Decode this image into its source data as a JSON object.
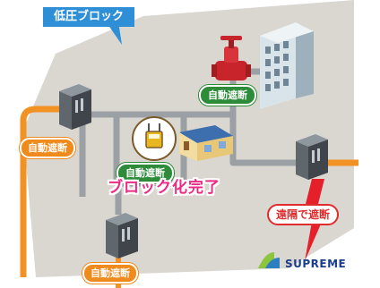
{
  "area": {
    "title": "低圧ブロック"
  },
  "status": {
    "complete": "ブロック化完了"
  },
  "remote": {
    "label": "遠隔で遮断"
  },
  "auto_cutoff": {
    "top": "自動遮断",
    "left": "自動遮断",
    "center": "自動遮断",
    "bottom": "自動遮断"
  },
  "logo": {
    "text": "SUPREME"
  },
  "colors": {
    "area": "#dad6d0",
    "pipe_gray": "#9aa0a4",
    "pipe_orange": "#f29225",
    "tag_orange": "#ef8a1c",
    "tag_green": "#2e8b3a",
    "title_blue": "#2e8fd6",
    "complete_pink": "#ea2a84",
    "lightning_red": "#e6202a",
    "logo_blue": "#1a3e8c"
  }
}
